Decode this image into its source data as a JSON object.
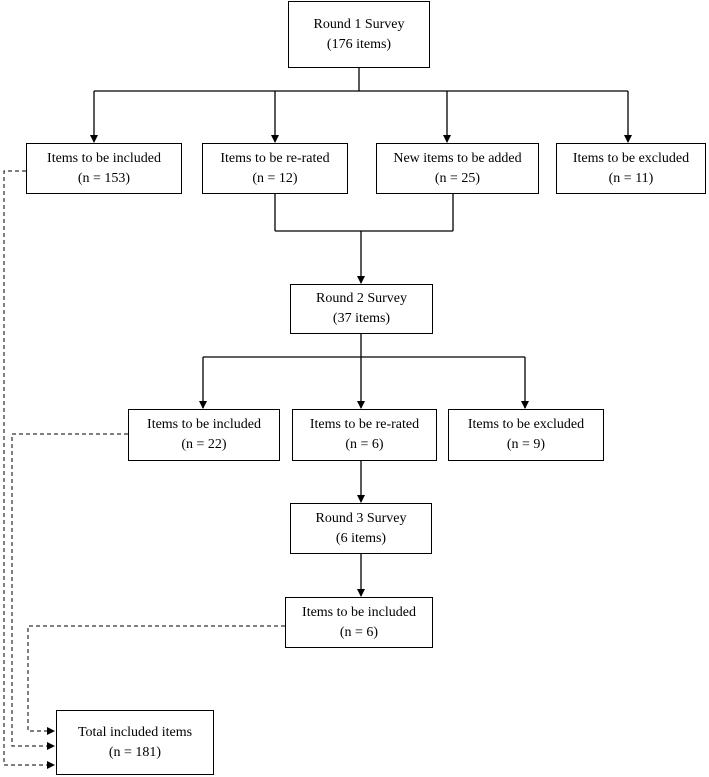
{
  "round1": {
    "title": "Round 1 Survey",
    "count": "(176 items)"
  },
  "r1_included": {
    "title": "Items to be included",
    "count": "(n = 153)"
  },
  "r1_rerated": {
    "title": "Items to be re-rated",
    "count": "(n = 12)"
  },
  "r1_added": {
    "title": "New items to be added",
    "count": "(n = 25)"
  },
  "r1_excluded": {
    "title": "Items to be excluded",
    "count": "(n = 11)"
  },
  "round2": {
    "title": "Round 2 Survey",
    "count": "(37 items)"
  },
  "r2_included": {
    "title": "Items to be included",
    "count": "(n = 22)"
  },
  "r2_rerated": {
    "title": "Items to be re-rated",
    "count": "(n = 6)"
  },
  "r2_excluded": {
    "title": "Items to be excluded",
    "count": "(n = 9)"
  },
  "round3": {
    "title": "Round 3 Survey",
    "count": "(6 items)"
  },
  "r3_included": {
    "title": "Items to be included",
    "count": "(n = 6)"
  },
  "total": {
    "title": "Total included items",
    "count": "(n = 181)"
  }
}
